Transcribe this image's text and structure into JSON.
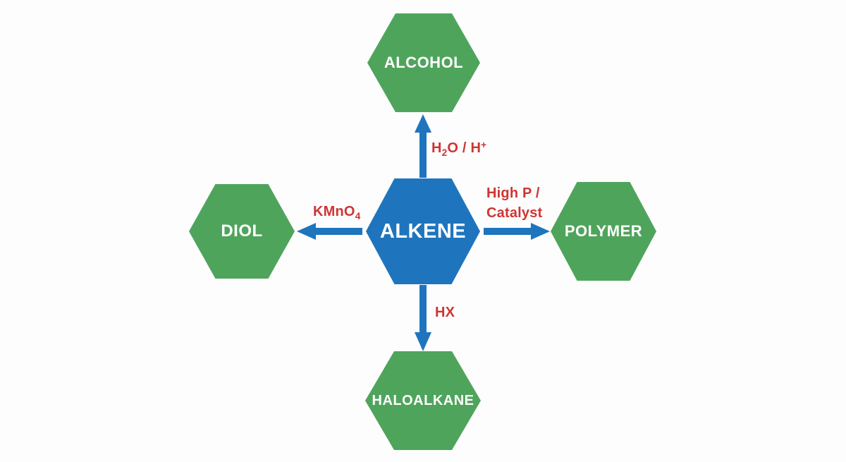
{
  "colors": {
    "center_hexagon_blue": "#1e75bd",
    "product_hexagon_green": "#4fa45c",
    "arrow_blue": "#1e75bd",
    "reagent_red": "#ce3533",
    "hexagon_text_white": "#ffffff",
    "background": "#fdfdfd"
  },
  "diagram": {
    "center": {
      "label": "ALKENE"
    },
    "nodes": {
      "alcohol": {
        "label": "ALCOHOL"
      },
      "diol": {
        "label": "DIOL"
      },
      "polymer": {
        "label": "POLYMER"
      },
      "haloalkane": {
        "label": "HALOALKANE"
      }
    },
    "reagents": {
      "top": {
        "pre": "H",
        "sub": "2",
        "mid": "O / H",
        "sup": "+"
      },
      "left": {
        "pre": "KMnO",
        "sub": "4"
      },
      "right": {
        "line1": "High P /",
        "line2": "Catalyst"
      },
      "bottom": {
        "label": "HX"
      }
    }
  }
}
